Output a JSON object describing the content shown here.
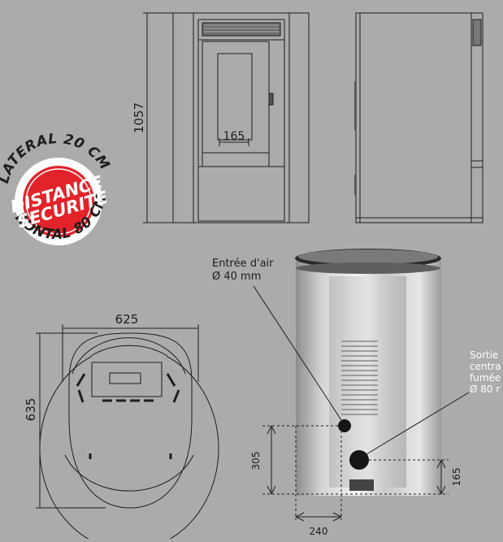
{
  "dimensions": {
    "height": "1057",
    "window_width": "165",
    "top_width": "625",
    "top_depth": "635",
    "rear_inlet_height": "305",
    "rear_outlet_height": "165",
    "rear_offset": "240"
  },
  "badge": {
    "top_line": "LATERAL 20 CM",
    "middle_line_1": "DISTANCE",
    "middle_line_2": "SECURITE",
    "bottom_line": "FRONTAL 80 CM",
    "color": "#e2232a"
  },
  "labels": {
    "air_inlet_line1": "Entrée d'air",
    "air_inlet_line2": "Ø 40 mm",
    "flue_line1": "Sortie",
    "flue_line2": "centra",
    "flue_line3": "fumée",
    "flue_line4": "Ø 80 r"
  },
  "colors": {
    "background": "#ababab",
    "line": "#1e1e1e"
  }
}
